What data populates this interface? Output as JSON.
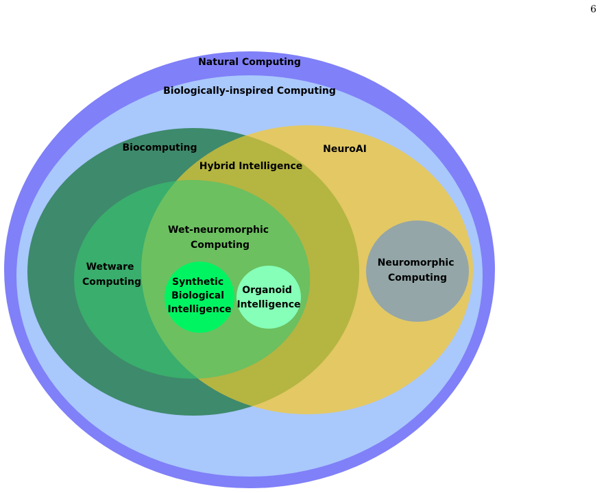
{
  "page_number": "6",
  "labels": {
    "natural_computing": "Natural Computing",
    "bio_inspired": "Biologically-inspired Computing",
    "biocomputing": "Biocomputing",
    "neuroai": "NeuroAI",
    "hybrid_intelligence": "Hybrid Intelligence",
    "wet_neuromorphic": [
      "Wet-neuromorphic",
      "Computing"
    ],
    "wetware": [
      "Wetware",
      "Computing"
    ],
    "synthetic_bio": [
      "Synthetic",
      "Biological",
      "Intelligence"
    ],
    "organoid": [
      "Organoid",
      "Intelligence"
    ],
    "neuromorphic": [
      "Neuromorphic",
      "Computing"
    ]
  },
  "colors": {
    "natural_computing": "#8080f8",
    "bio_inspired": "#a9c8fc",
    "biocomputing": "#3e8a6c",
    "neuroai": "#e3c864",
    "wetware": "#3aae6c",
    "wet_neuromorphic": "#6cc060",
    "synthetic_bio": "#00f462",
    "organoid": "#86ffb8",
    "neuromorphic": "#94a6a8"
  }
}
